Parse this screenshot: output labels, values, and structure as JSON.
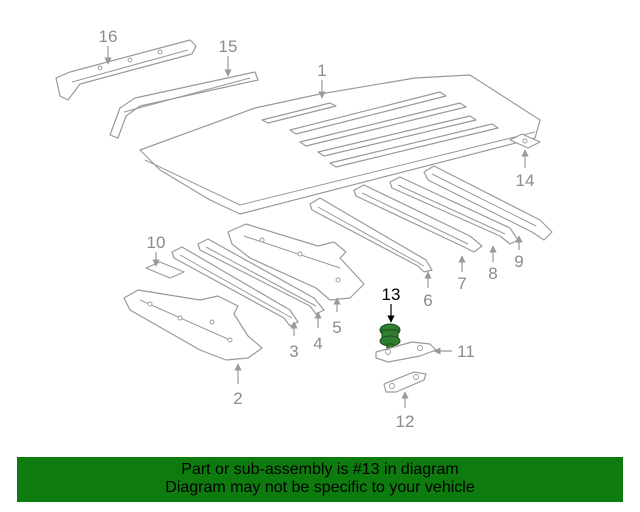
{
  "callouts": {
    "c1": "1",
    "c2": "2",
    "c3": "3",
    "c4": "4",
    "c5": "5",
    "c6": "6",
    "c7": "7",
    "c8": "8",
    "c9": "9",
    "c10": "10",
    "c11": "11",
    "c12": "12",
    "c13": "13",
    "c14": "14",
    "c15": "15",
    "c16": "16"
  },
  "highlighted_part": "13",
  "colors": {
    "banner_background": "#0e7b0e",
    "highlight_part": "#2f7d2f",
    "line_art": "#9a9a9a"
  },
  "banner": {
    "line1": "Part or sub-assembly is #13 in diagram",
    "line2": "Diagram may not be specific to your vehicle"
  }
}
